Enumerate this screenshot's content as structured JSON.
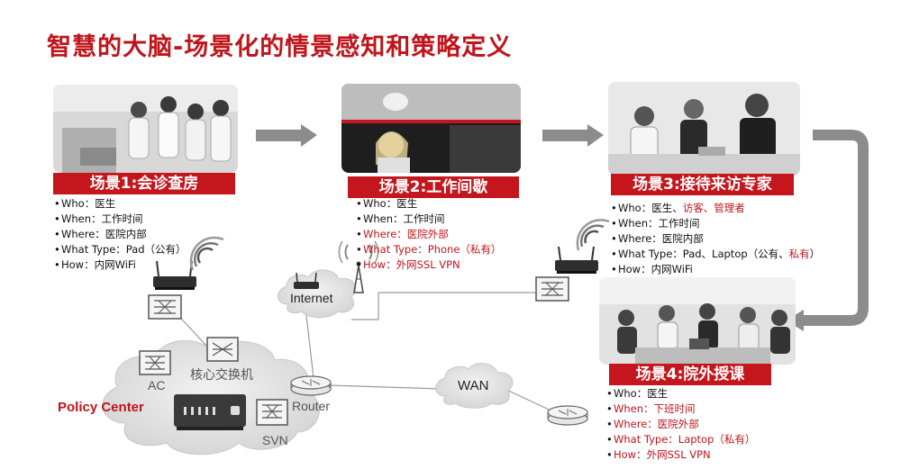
{
  "title": "智慧的大脑-场景化的情景感知和策略定义",
  "colors": {
    "accent": "#c4161c",
    "text": "#111111",
    "cloud": "#d9d9d9",
    "arrow": "#8c8c8c"
  },
  "scenarios": [
    {
      "banner": "场景1:会诊查房",
      "items": [
        {
          "text": "Who：医生",
          "red": false
        },
        {
          "text": "When：工作时间",
          "red": false
        },
        {
          "text": "Where：医院内部",
          "red": false
        },
        {
          "text": "What Type：Pad（公有）",
          "red": false
        },
        {
          "text": "How：内网WiFi",
          "red": false
        }
      ]
    },
    {
      "banner": "场景2:工作间歇",
      "items": [
        {
          "text": "Who：医生",
          "red": false
        },
        {
          "text": "When：工作时间",
          "red": false
        },
        {
          "text": "Where：医院外部",
          "red": true
        },
        {
          "text": "What Type：Phone（私有）",
          "red": true
        },
        {
          "text": "How：外网SSL VPN",
          "red": true
        }
      ]
    },
    {
      "banner": "场景3:接待来访专家",
      "items": [
        {
          "text": "Who：医生、访客、管理者",
          "red": false
        },
        {
          "text": "When：工作时间",
          "red": false
        },
        {
          "text": "Where：医院内部",
          "red": false
        },
        {
          "text": "What Type：Pad、Laptop（公有、私有）",
          "red": false
        },
        {
          "text": "How：内网WiFi",
          "red": false
        }
      ]
    },
    {
      "banner": "场景4:院外授课",
      "items": [
        {
          "text": "Who：医生",
          "red": false
        },
        {
          "text": "When：下班时间",
          "red": true
        },
        {
          "text": "Where：医院外部",
          "red": true
        },
        {
          "text": "What Type：Laptop（私有）",
          "red": true
        },
        {
          "text": "How：外网SSL VPN",
          "red": true
        }
      ]
    }
  ],
  "s3_who": {
    "prefix": "Who：医生、",
    "highlight": "访客、管理者"
  },
  "s3_type": {
    "prefix": "What Type：Pad、Laptop（公有、",
    "highlight": "私有",
    "suffix": "）"
  },
  "network": {
    "internet": "Internet",
    "wan": "WAN",
    "core_switch": "核心交换机",
    "ac": "AC",
    "router": "Router",
    "svn": "SVN",
    "policy_center": "Policy Center"
  }
}
